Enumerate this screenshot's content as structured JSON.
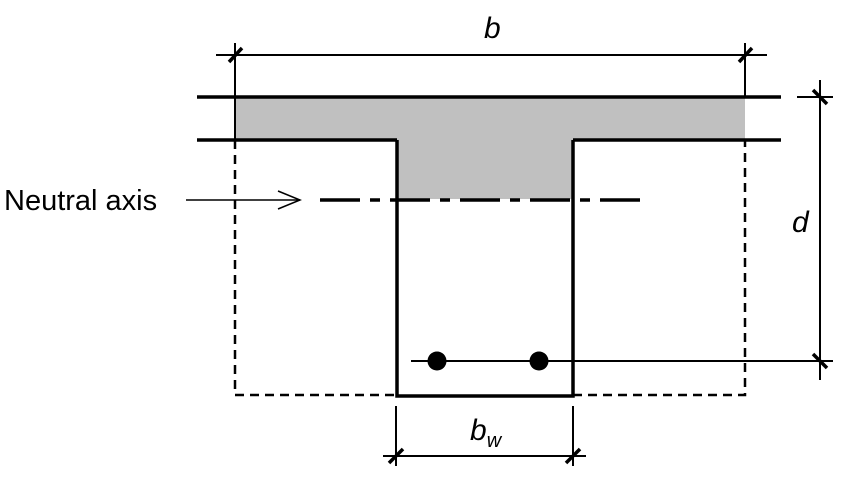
{
  "labels": {
    "flange_width": "b",
    "effective_depth": "d",
    "web_width_base": "b",
    "web_width_sub": "w",
    "neutral_axis": "Neutral axis"
  },
  "colors": {
    "compression_zone": "#c0c0c0",
    "lines": "#000000"
  }
}
